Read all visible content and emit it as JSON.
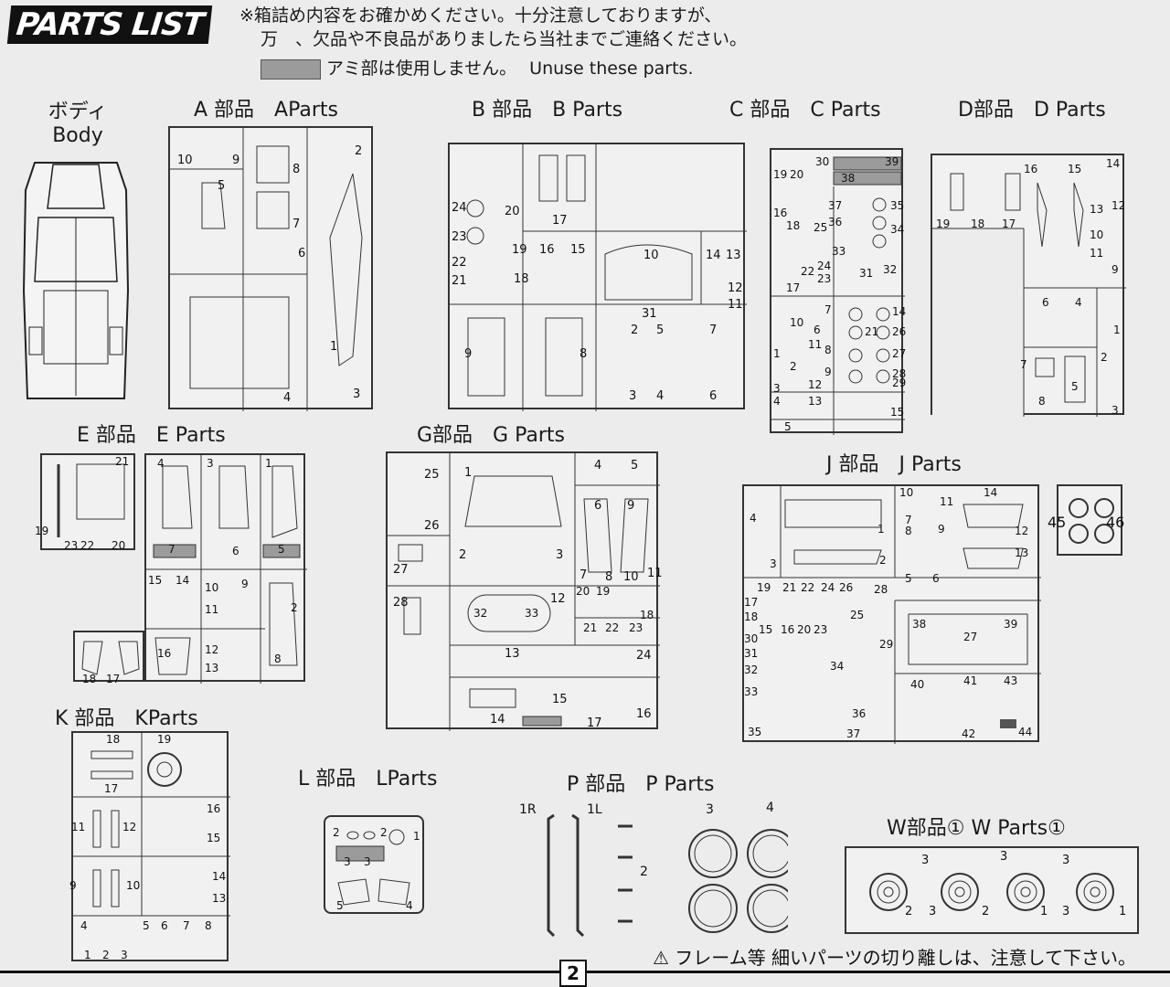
{
  "header": {
    "logo": "PARTS LIST",
    "notice_line1": "※箱詰め内容をお確かめください。十分注意しておりますが、",
    "notice_line2": "万　、欠品や不良品がありましたら当社までご連絡ください。",
    "unuse_jp": "アミ部は使用しません。",
    "unuse_en": "Unuse these parts."
  },
  "sections": {
    "body": {
      "jp": "ボディ",
      "en": "Body"
    },
    "a": "A 部品　AParts",
    "b": "B 部品　B Parts",
    "c": "C 部品　C Parts",
    "d": "D部品　D Parts",
    "e": "E 部品　E Parts",
    "g": "G部品　G Parts",
    "j": "J 部品　J Parts",
    "k": "K 部品　KParts",
    "l": "L 部品　LParts",
    "p": "P 部品　P Parts",
    "w": "W部品①  W Parts①"
  },
  "part_numbers": {
    "a": [
      "10",
      "9",
      "8",
      "2",
      "5",
      "7",
      "6",
      "1",
      "4",
      "3"
    ],
    "b": [
      "17",
      "24",
      "20",
      "23",
      "19",
      "22",
      "21",
      "18",
      "16",
      "15",
      "10",
      "14",
      "13",
      "12",
      "11",
      "31",
      "9",
      "8",
      "2",
      "3",
      "4",
      "5",
      "6",
      "7"
    ],
    "c": [
      "19",
      "20",
      "30",
      "39",
      "38",
      "18",
      "37",
      "36",
      "35",
      "34",
      "33",
      "32",
      "31",
      "22",
      "24",
      "23",
      "25",
      "17",
      "16",
      "7",
      "6",
      "8",
      "9",
      "14",
      "26",
      "27",
      "28",
      "29",
      "21",
      "10",
      "11",
      "12",
      "13",
      "15",
      "1",
      "2",
      "3",
      "4",
      "5"
    ],
    "d": [
      "14",
      "12",
      "16",
      "15",
      "19",
      "18",
      "17",
      "13",
      "10",
      "11",
      "9",
      "6",
      "4",
      "7",
      "8",
      "5",
      "2",
      "3",
      "1"
    ],
    "e": [
      "21",
      "19",
      "23",
      "22",
      "20",
      "4",
      "3",
      "1",
      "7",
      "6",
      "5",
      "15",
      "14",
      "10",
      "9",
      "11",
      "2",
      "16",
      "12",
      "13",
      "8",
      "18",
      "17"
    ],
    "g": [
      "25",
      "26",
      "27",
      "28",
      "1",
      "4",
      "5",
      "6",
      "7",
      "8",
      "9",
      "10",
      "11",
      "2",
      "3",
      "12",
      "32",
      "33",
      "20",
      "19",
      "18",
      "21",
      "22",
      "23",
      "13",
      "24",
      "15",
      "14",
      "17",
      "16"
    ],
    "j": [
      "4",
      "3",
      "1",
      "2",
      "10",
      "11",
      "14",
      "7",
      "8",
      "9",
      "12",
      "5",
      "6",
      "13",
      "19",
      "21",
      "22",
      "24",
      "26",
      "28",
      "17",
      "18",
      "25",
      "15",
      "16",
      "20",
      "23",
      "30",
      "31",
      "32",
      "33",
      "34",
      "35",
      "36",
      "37",
      "29",
      "38",
      "39",
      "27",
      "40",
      "41",
      "42",
      "43",
      "44",
      "45",
      "46"
    ],
    "k": [
      "18",
      "19",
      "17",
      "16",
      "15",
      "11",
      "12",
      "9",
      "10",
      "14",
      "13",
      "4",
      "5",
      "6",
      "7",
      "8",
      "1",
      "2",
      "3"
    ],
    "l": [
      "2",
      "2",
      "3",
      "3",
      "1",
      "5",
      "4"
    ],
    "p": [
      "1R",
      "1L",
      "2",
      "3",
      "4"
    ],
    "w": [
      "3",
      "3",
      "2",
      "3",
      "2",
      "3",
      "1",
      "3",
      "1"
    ]
  },
  "footer": {
    "page": "2",
    "warning": "フレーム等 細いパーツの切り離しは、注意して下さい。"
  }
}
